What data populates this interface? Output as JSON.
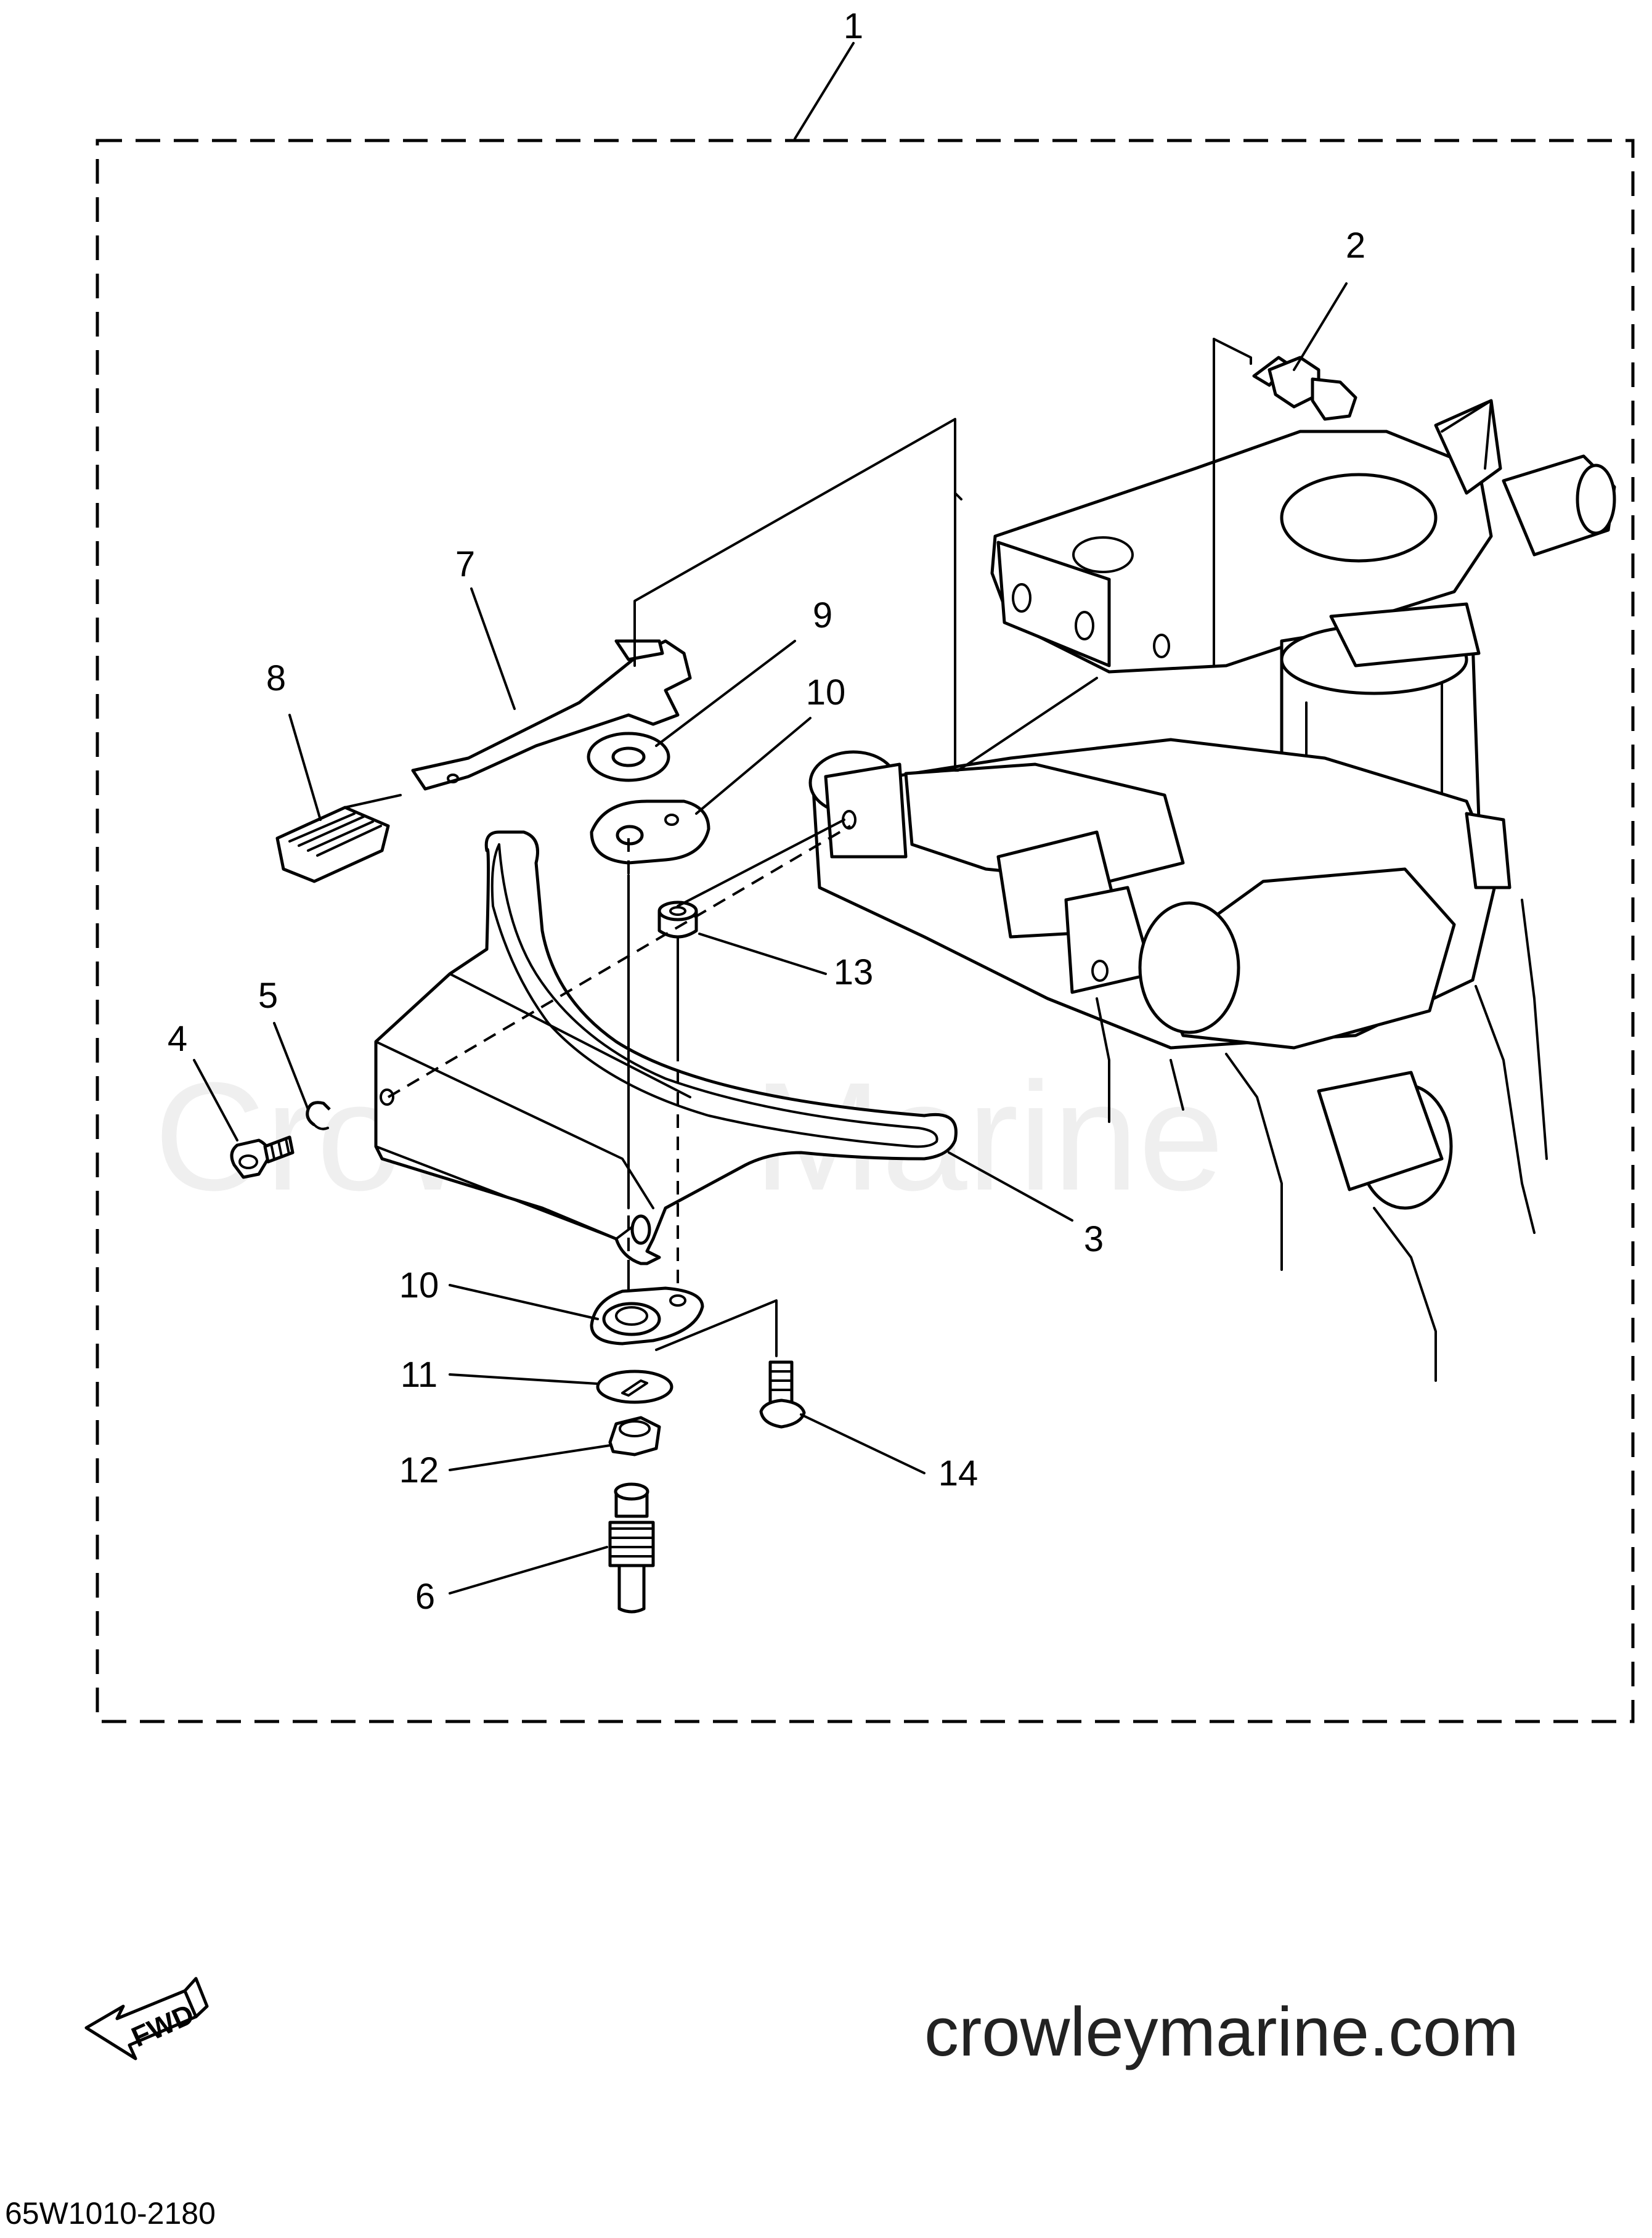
{
  "diagram": {
    "callouts": [
      "1",
      "2",
      "3",
      "4",
      "5",
      "6",
      "7",
      "8",
      "9",
      "10",
      "10",
      "11",
      "12",
      "13",
      "14"
    ],
    "watermark": "Crowley Marine",
    "website": "crowleymarine.com",
    "diagram_code": "65W1010-2180",
    "direction_arrow_label": "FWD"
  }
}
